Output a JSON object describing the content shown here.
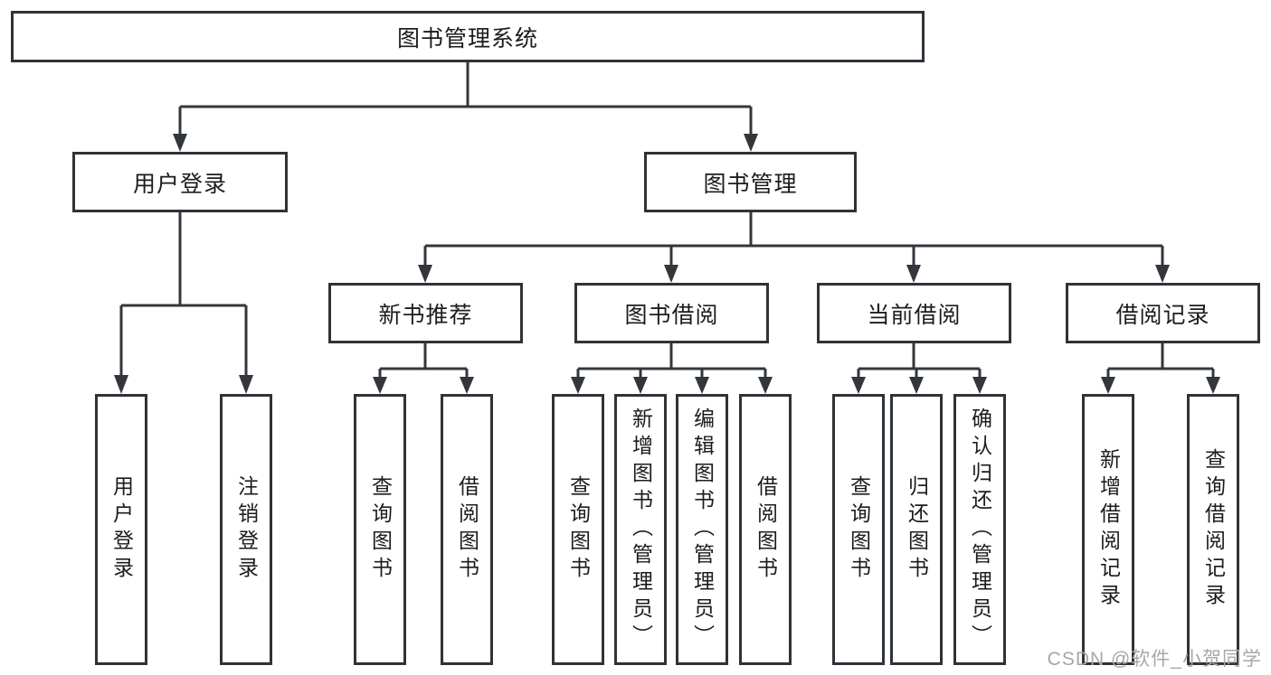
{
  "root": {
    "label": "图书管理系统",
    "children": [
      {
        "label": "用户登录",
        "children": [
          {
            "label": "用户登录"
          },
          {
            "label": "注销登录"
          }
        ]
      },
      {
        "label": "图书管理",
        "children": [
          {
            "label": "新书推荐",
            "children": [
              {
                "label": "查询图书"
              },
              {
                "label": "借阅图书"
              }
            ]
          },
          {
            "label": "图书借阅",
            "children": [
              {
                "label": "查询图书"
              },
              {
                "label": "新增图书（管理员）"
              },
              {
                "label": "编辑图书（管理员）"
              },
              {
                "label": "借阅图书"
              }
            ]
          },
          {
            "label": "当前借阅",
            "children": [
              {
                "label": "查询图书"
              },
              {
                "label": "归还图书"
              },
              {
                "label": "确认归还（管理员）"
              }
            ]
          },
          {
            "label": "借阅记录",
            "children": [
              {
                "label": "新增借阅记录"
              },
              {
                "label": "查询借阅记录"
              }
            ]
          }
        ]
      }
    ]
  },
  "watermark": {
    "text": "CSDN @软件_小贺同学"
  },
  "colors": {
    "line": "#33373c",
    "border": "#2f3338",
    "text": "#1a1c1f",
    "watermark": "#a7a7a7"
  }
}
